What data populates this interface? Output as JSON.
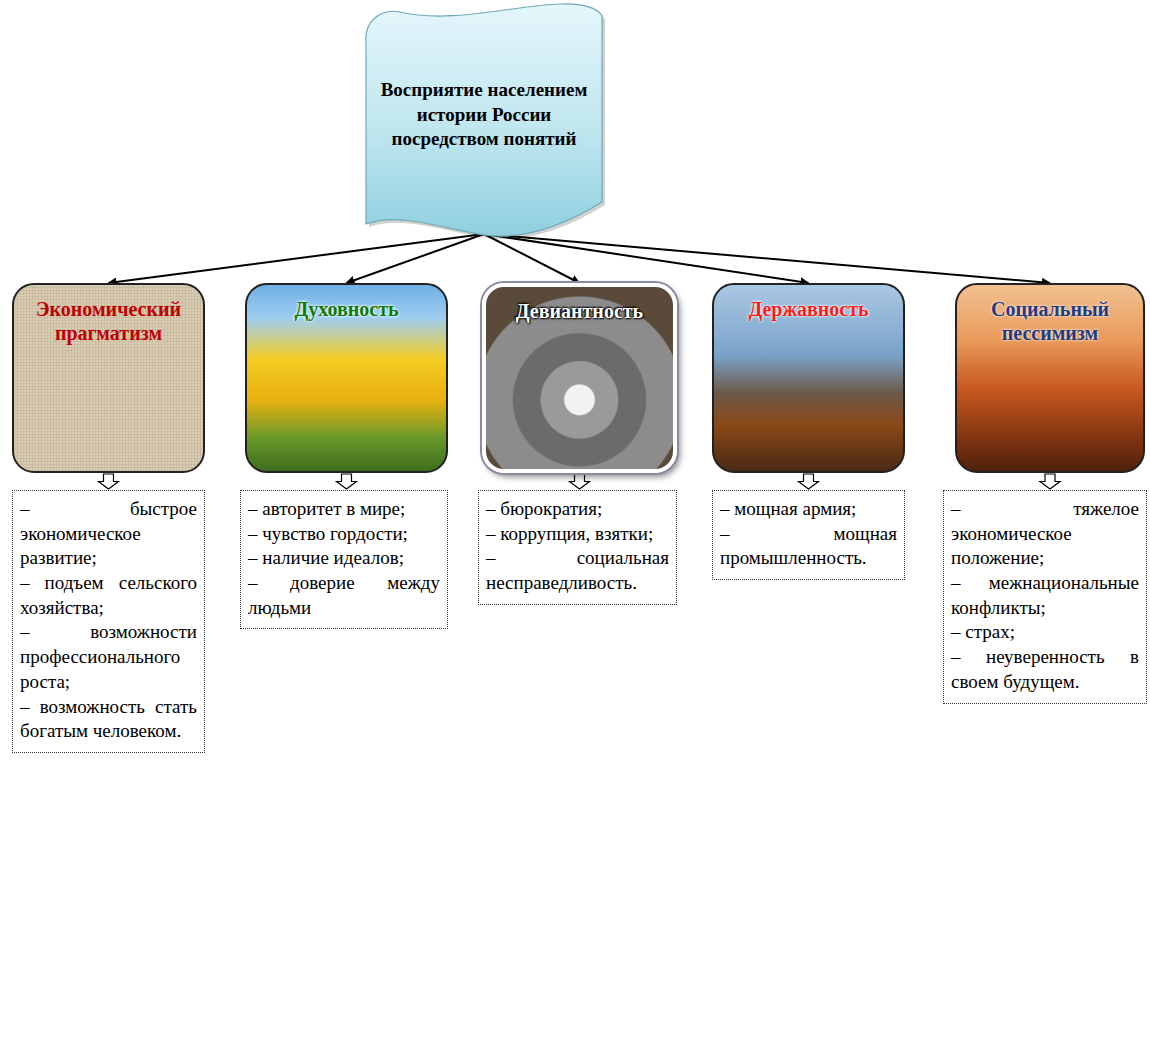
{
  "diagram": {
    "nodes": [
      {
        "text": [
          "Восприятие населением истории России посредством понятий"
        ]
      },
      {
        "text": [
          "Экономический прагматизм"
        ]
      },
      {
        "text": [
          "Духовность"
        ]
      },
      {
        "text": [
          "Девиантность"
        ]
      },
      {
        "text": [
          "Державность"
        ]
      },
      {
        "text": [
          "Социальный пессимизм"
        ]
      },
      {
        "text": [
          "– быстрое экономическое развитие;",
          "– подъем сельского хозяйства;",
          "– возможности профессионального роста;",
          "– возможность стать богатым человеком."
        ]
      },
      {
        "text": [
          "– авторитет в мире;",
          "– чувство гордости;",
          "– наличие идеалов;",
          "– доверие между людьми"
        ]
      },
      {
        "text": [
          "– бюрократия;",
          "– коррупция, взятки;",
          "– социальная несправедливость."
        ]
      },
      {
        "text": [
          "– мощная армия;",
          "– мощная промышленность."
        ]
      },
      {
        "text": [
          "– тяжелое экономическое положение;",
          "– межнациональные конфликты;",
          "– страх;",
          "– неуверенность в своем будущем."
        ]
      }
    ],
    "edges": [
      {
        "from": 0,
        "to": 1,
        "arrow": "to"
      },
      {
        "from": 0,
        "to": 2,
        "arrow": "to"
      },
      {
        "from": 0,
        "to": 3,
        "arrow": "to"
      },
      {
        "from": 0,
        "to": 4,
        "arrow": "to"
      },
      {
        "from": 0,
        "to": 5,
        "arrow": "to"
      },
      {
        "from": 1,
        "to": 6,
        "arrow": "to"
      },
      {
        "from": 2,
        "to": 7,
        "arrow": "to"
      },
      {
        "from": 3,
        "to": 8,
        "arrow": "to"
      },
      {
        "from": 4,
        "to": 9,
        "arrow": "to"
      },
      {
        "from": 5,
        "to": 10,
        "arrow": "to"
      }
    ]
  }
}
